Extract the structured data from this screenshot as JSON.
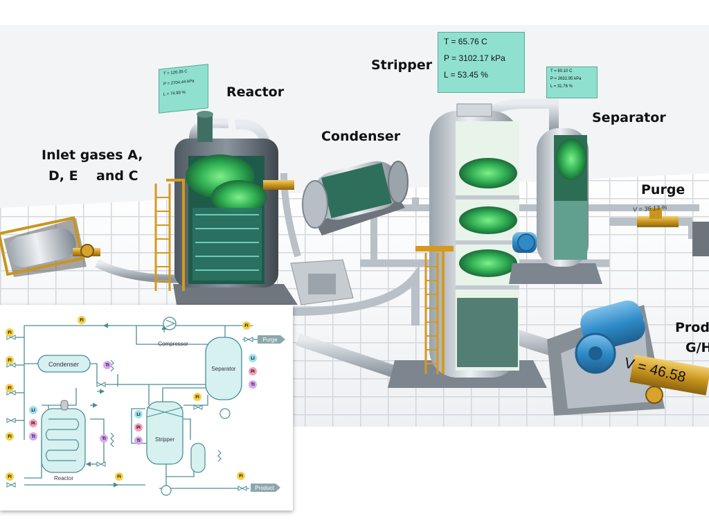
{
  "labels": {
    "reactor": "Reactor",
    "stripper": "Stripper",
    "condenser": "Condenser",
    "separator": "Separator",
    "purge": "Purge",
    "inlet_line1": "Inlet gases A,",
    "inlet_line2": "D, E    and C",
    "product_line1": "Produ",
    "product_line2": "G/H"
  },
  "reactor_panel": {
    "t": "T = 120.35 C",
    "p": "P = 2704.44 kPa",
    "l": "L = 74.93 %"
  },
  "stripper_panel": {
    "t": "T = 65.76 C",
    "p": "P = 3102.17 kPa",
    "l": "L = 53.45 %"
  },
  "separator_panel": {
    "t": "T = 80.10 C",
    "p": "P = 2632.95 kPa",
    "l": "L = 31.76 %"
  },
  "purge_valve": "V = 36.13 %",
  "product_valve": "V = 46.58",
  "pfd": {
    "fi": "FI",
    "li": "LI",
    "pi": "PI",
    "ti": "TI",
    "condenser": "Condenser",
    "compressor": "Compressor",
    "separator": "Separator",
    "stripper": "Stripper",
    "reactor": "Reactor",
    "purge": "Purge",
    "product": "Product"
  },
  "colors": {
    "panel": "#8fe0cf",
    "fi_badge": "#f6d04a",
    "li_badge": "#9fe0f0",
    "pi_badge": "#f4a0b8",
    "ti_badge": "#d9a8f0",
    "vessel_fill": "#d6f1ef",
    "vessel_stroke": "#4a8d96"
  }
}
